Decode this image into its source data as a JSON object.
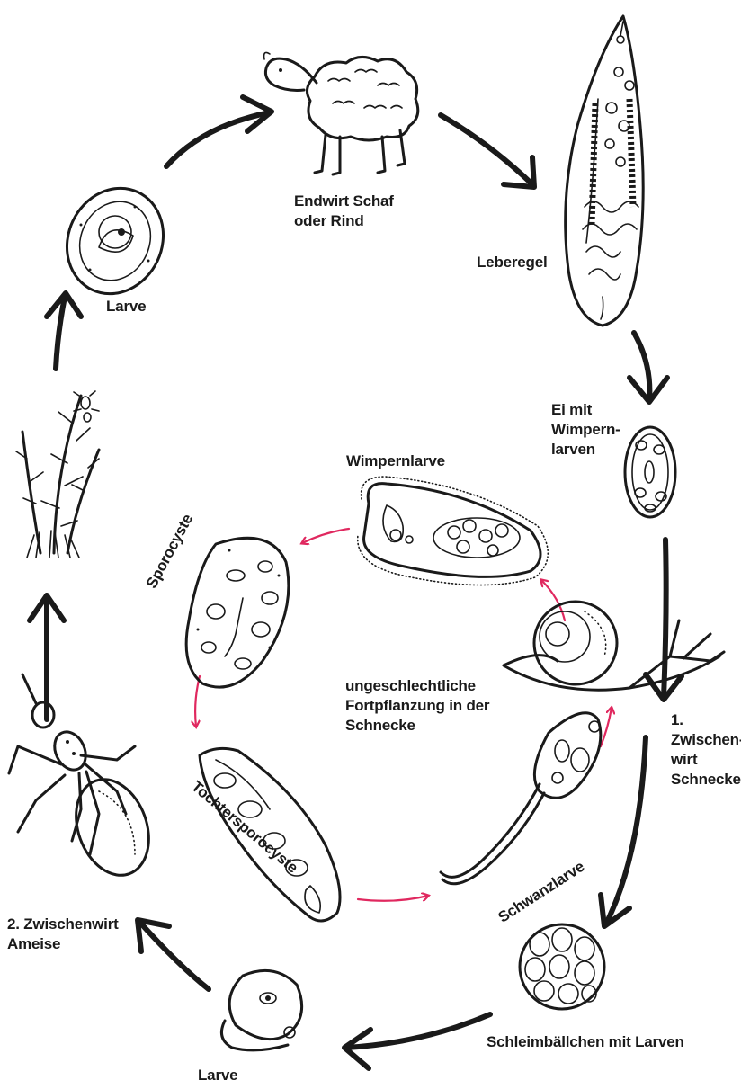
{
  "labels": {
    "host_sheep": "Endwirt Schaf\noder Rind",
    "adult_fluke": "Leberegel",
    "egg": "Ei mit\nWimpern-\nlarven",
    "miracidium": "Wimpernlarve",
    "sporocyst": "Sporocyste",
    "asexual": "ungeschlechtliche\nFortpflanzung in der\nSchnecke",
    "snail_host": "1.\nZwischen-\nwirt\nSchnecke",
    "daughter_sporocyst": "Tochtersporocyste",
    "cercaria": "Schwanzlarve",
    "slime_balls": "Schleimbällchen mit Larven",
    "larva_bottom": "Larve",
    "ant_host": "2. Zwischenwirt\nAmeise",
    "larva_top": "Larve"
  },
  "colors": {
    "ink": "#1a1a1a",
    "inner_cycle": "#e0285f",
    "background": "#ffffff"
  },
  "icons": [
    "sheep-icon",
    "liver-fluke-icon",
    "egg-icon",
    "miracidium-icon",
    "sporocyst-icon",
    "snail-icon",
    "daughter-sporocyst-icon",
    "cercaria-icon",
    "slime-ball-icon",
    "larva-icon",
    "ant-icon",
    "grass-icon",
    "cyst-larva-icon"
  ]
}
